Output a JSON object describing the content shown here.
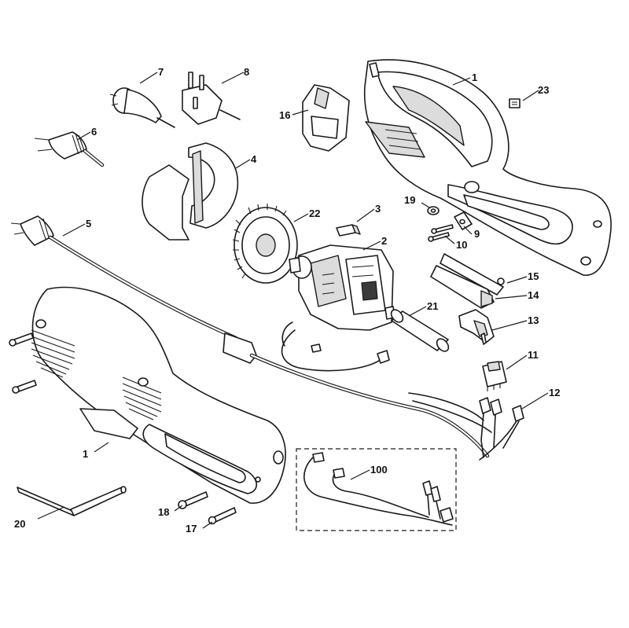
{
  "callouts": [
    {
      "label": "1",
      "name": "callout-1-top"
    },
    {
      "label": "23",
      "name": "callout-23"
    },
    {
      "label": "7",
      "name": "callout-7"
    },
    {
      "label": "8",
      "name": "callout-8"
    },
    {
      "label": "16",
      "name": "callout-16"
    },
    {
      "label": "6",
      "name": "callout-6"
    },
    {
      "label": "4",
      "name": "callout-4"
    },
    {
      "label": "22",
      "name": "callout-22"
    },
    {
      "label": "3",
      "name": "callout-3"
    },
    {
      "label": "19",
      "name": "callout-19"
    },
    {
      "label": "9",
      "name": "callout-9"
    },
    {
      "label": "10",
      "name": "callout-10"
    },
    {
      "label": "5",
      "name": "callout-5"
    },
    {
      "label": "2",
      "name": "callout-2"
    },
    {
      "label": "15",
      "name": "callout-15"
    },
    {
      "label": "14",
      "name": "callout-14"
    },
    {
      "label": "21",
      "name": "callout-21"
    },
    {
      "label": "13",
      "name": "callout-13"
    },
    {
      "label": "11",
      "name": "callout-11"
    },
    {
      "label": "12",
      "name": "callout-12"
    },
    {
      "label": "1",
      "name": "callout-1-bottom"
    },
    {
      "label": "100",
      "name": "callout-100"
    },
    {
      "label": "18",
      "name": "callout-18"
    },
    {
      "label": "20",
      "name": "callout-20"
    },
    {
      "label": "17",
      "name": "callout-17"
    }
  ]
}
